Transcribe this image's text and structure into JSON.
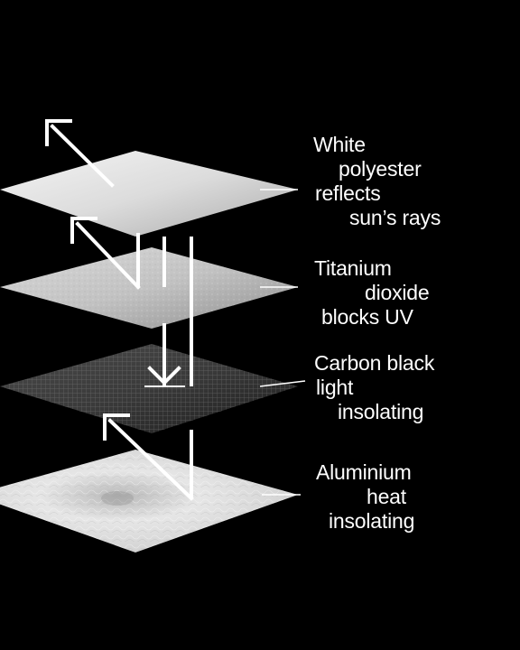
{
  "colors": {
    "background": "#000000",
    "foreground": "#ffffff"
  },
  "layers": [
    {
      "lines": [
        "White",
        "polyester",
        "reflects",
        "sun’s rays"
      ],
      "texture": "smooth white fabric"
    },
    {
      "lines": [
        "Titanium",
        "dioxide",
        "blocks UV"
      ],
      "texture": "speckled grey fabric"
    },
    {
      "lines": [
        "Carbon black",
        "light",
        "insolating"
      ],
      "texture": "dark woven mesh"
    },
    {
      "lines": [
        "Aluminium",
        "heat",
        "insolating"
      ],
      "texture": "crinkled silver foil"
    }
  ]
}
